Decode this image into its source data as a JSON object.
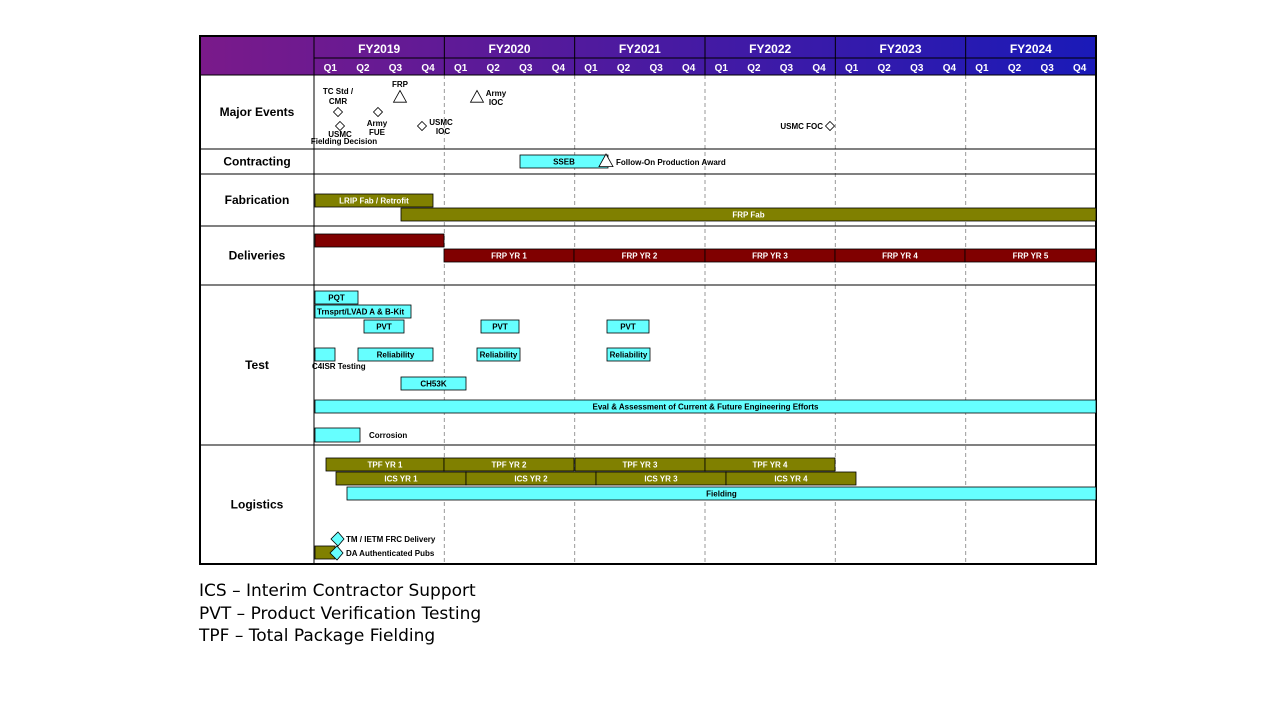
{
  "fiscal_years": [
    "FY2019",
    "FY2020",
    "FY2021",
    "FY2022",
    "FY2023",
    "FY2024"
  ],
  "quarters": [
    "Q1",
    "Q2",
    "Q3",
    "Q4"
  ],
  "rows": [
    {
      "key": "major",
      "label": "Major Events"
    },
    {
      "key": "contracting",
      "label": "Contracting"
    },
    {
      "key": "fabrication",
      "label": "Fabrication"
    },
    {
      "key": "deliveries",
      "label": "Deliveries"
    },
    {
      "key": "test",
      "label": "Test"
    },
    {
      "key": "logistics",
      "label": "Logistics"
    }
  ],
  "milestones": [
    {
      "shape": "diamond",
      "label": [
        "TC Std /",
        "CMR"
      ],
      "size": "small",
      "name": "tc-std-cmr-milestone"
    },
    {
      "shape": "diamond",
      "label": [
        "USMC",
        "Fielding Decision"
      ],
      "size": "tiny",
      "name": "usmc-fielding-decision-milestone"
    },
    {
      "shape": "triangle",
      "label": [
        "FRP"
      ],
      "name": "frp-milestone"
    },
    {
      "shape": "diamond",
      "label": [
        "Army",
        "FUE"
      ],
      "name": "army-fue-milestone"
    },
    {
      "shape": "diamond",
      "label": [
        "USMC",
        "IOC"
      ],
      "name": "usmc-ioc-milestone"
    },
    {
      "shape": "triangle",
      "label": [
        "Army",
        "IOC"
      ],
      "name": "army-ioc-milestone"
    },
    {
      "shape": "diamond",
      "label": [
        "USMC FOC"
      ],
      "name": "usmc-foc-milestone"
    },
    {
      "shape": "triangle",
      "label": [
        "Follow-On Production Award"
      ],
      "name": "follow-on-production-award-milestone"
    }
  ],
  "bars": [
    {
      "label": "SSEB",
      "color": "cyan",
      "name": "sseb-bar"
    },
    {
      "label": "LRIP Fab / Retrofit",
      "color": "olive",
      "name": "lrip-fab-retrofit-bar"
    },
    {
      "label": "FRP Fab",
      "color": "olive",
      "name": "frp-fab-bar"
    },
    {
      "label": "",
      "color": "darkred",
      "name": "lrip-deliveries-bar"
    },
    {
      "label": "FRP YR 1",
      "color": "darkred",
      "name": "frp-yr-1-bar"
    },
    {
      "label": "FRP YR 2",
      "color": "darkred",
      "name": "frp-yr-2-bar"
    },
    {
      "label": "FRP YR 3",
      "color": "darkred",
      "name": "frp-yr-3-bar"
    },
    {
      "label": "FRP YR 4",
      "color": "darkred",
      "name": "frp-yr-4-bar"
    },
    {
      "label": "FRP YR 5",
      "color": "darkred",
      "name": "frp-yr-5-bar"
    },
    {
      "label": "PQT",
      "color": "cyan",
      "name": "pqt-bar"
    },
    {
      "label": "Trnsprt/LVAD A & B-Kit",
      "color": "cyan",
      "name": "transport-lvad-bar"
    },
    {
      "label": "PVT",
      "color": "cyan",
      "name": "pvt-1-bar"
    },
    {
      "label": "PVT",
      "color": "cyan",
      "name": "pvt-2-bar"
    },
    {
      "label": "PVT",
      "color": "cyan",
      "name": "pvt-3-bar"
    },
    {
      "label": "",
      "color": "cyan",
      "name": "c4isr-testing-bar"
    },
    {
      "label": "Reliability",
      "color": "cyan",
      "name": "reliability-1-bar"
    },
    {
      "label": "Reliability",
      "color": "cyan",
      "name": "reliability-2-bar"
    },
    {
      "label": "Reliability",
      "color": "cyan",
      "name": "reliability-3-bar"
    },
    {
      "label": "CH53K",
      "color": "cyan",
      "name": "ch53k-bar"
    },
    {
      "label": "Eval & Assessment of Current & Future Engineering Efforts",
      "color": "cyan",
      "name": "eval-assessment-bar"
    },
    {
      "label": "",
      "color": "cyan",
      "name": "corrosion-bar"
    },
    {
      "label": "TPF YR 1",
      "color": "olive",
      "name": "tpf-yr-1-bar"
    },
    {
      "label": "TPF YR 2",
      "color": "olive",
      "name": "tpf-yr-2-bar"
    },
    {
      "label": "TPF YR 3",
      "color": "olive",
      "name": "tpf-yr-3-bar"
    },
    {
      "label": "TPF YR 4",
      "color": "olive",
      "name": "tpf-yr-4-bar"
    },
    {
      "label": "ICS YR 1",
      "color": "olive",
      "name": "ics-yr-1-bar"
    },
    {
      "label": "ICS YR 2",
      "color": "olive",
      "name": "ics-yr-2-bar"
    },
    {
      "label": "ICS YR 3",
      "color": "olive",
      "name": "ics-yr-3-bar"
    },
    {
      "label": "ICS YR 4",
      "color": "olive",
      "name": "ics-yr-4-bar"
    },
    {
      "label": "Fielding",
      "color": "cyan",
      "name": "fielding-bar"
    },
    {
      "label": "",
      "color": "olive",
      "name": "da-authenticated-pubs-bar"
    }
  ],
  "notes": [
    {
      "text": "C4ISR Testing",
      "name": "c4isr-testing-label"
    },
    {
      "text": "Corrosion",
      "name": "corrosion-label"
    },
    {
      "text": "TM / IETM FRC Delivery",
      "name": "tm-ietm-frc-delivery-label"
    },
    {
      "text": "DA Authenticated Pubs",
      "name": "da-authenticated-pubs-label"
    }
  ],
  "colors": {
    "header_gradient": [
      "#7a1a8a",
      "#1a1ab8"
    ],
    "cyan": "#66ffff",
    "olive": "#808000",
    "darkred": "#800000"
  },
  "legend": [
    "ICS – Interim Contractor Support",
    "PVT – Product Verification Testing",
    "TPF – Total Package Fielding"
  ]
}
